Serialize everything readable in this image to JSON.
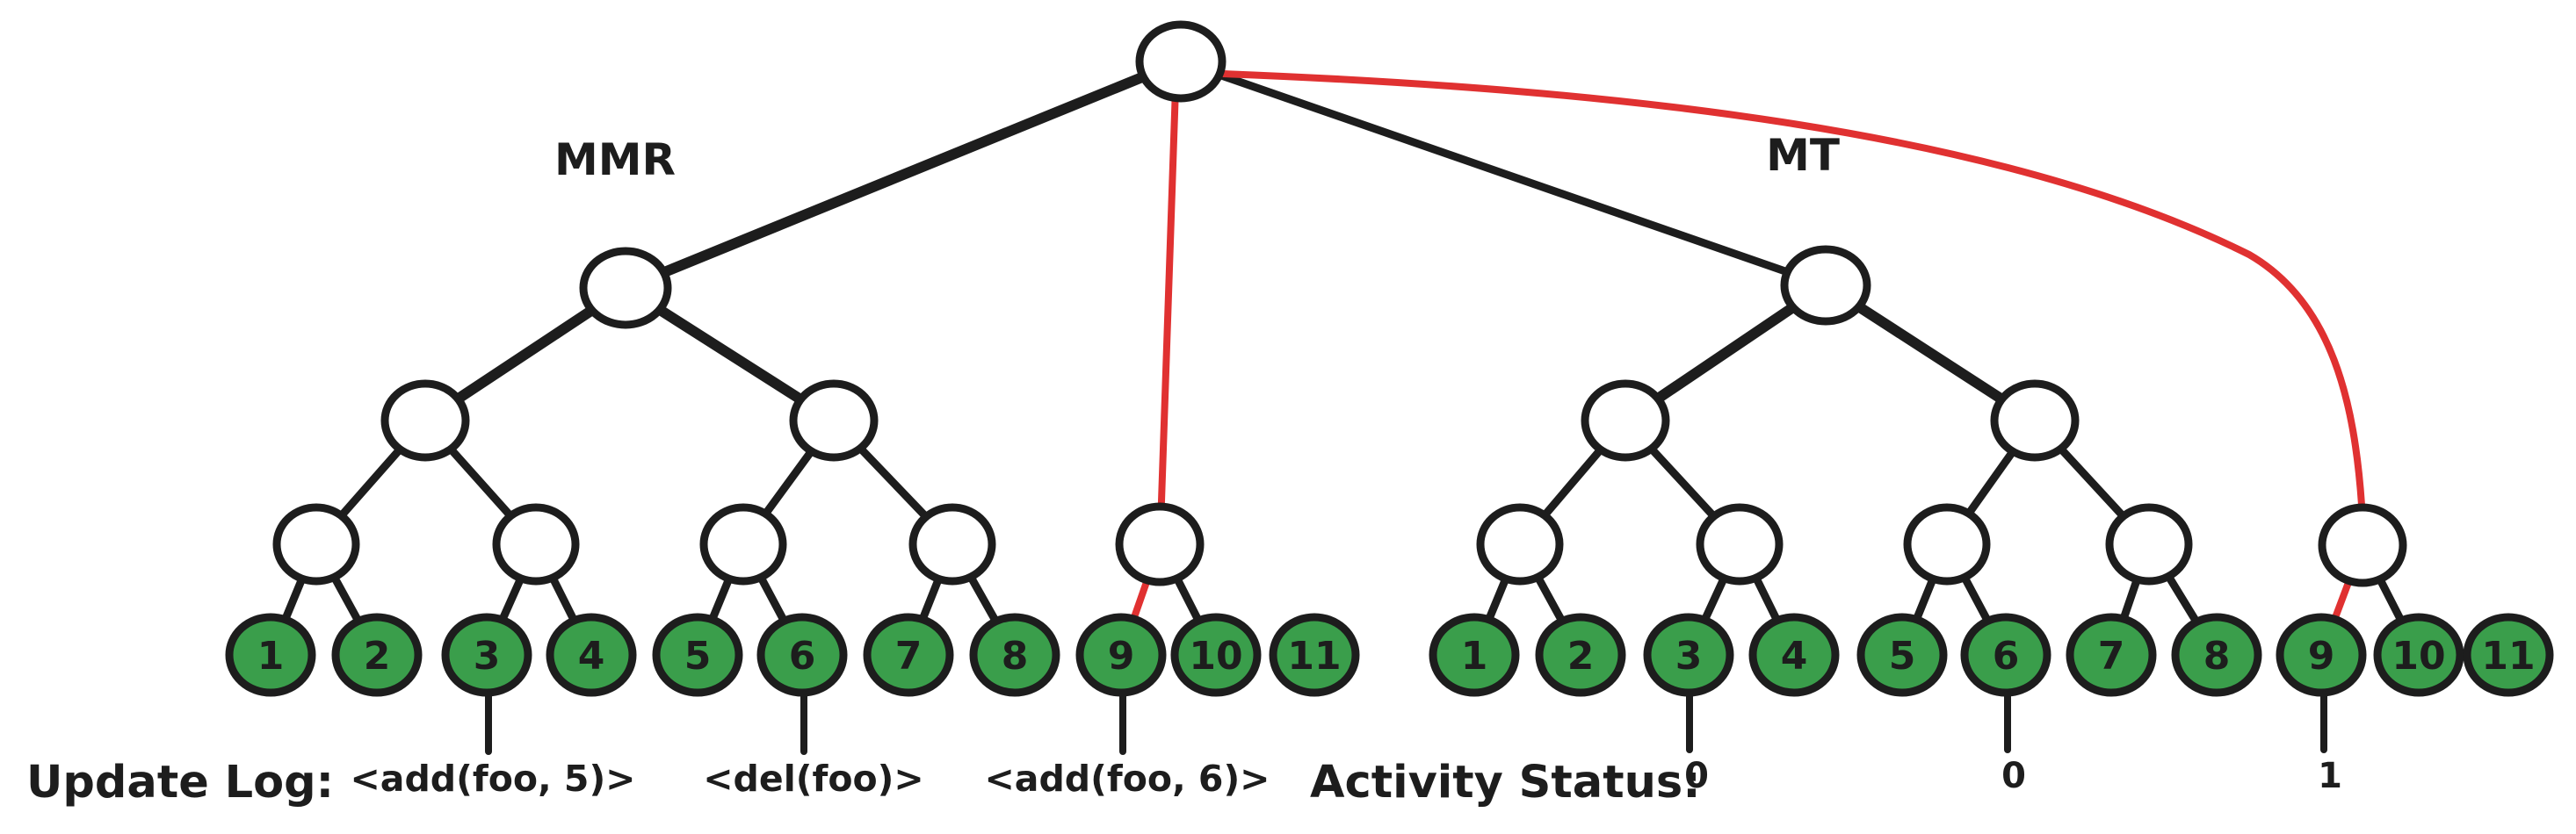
{
  "trees": {
    "mmr": {
      "label": "MMR",
      "leaves": [
        "1",
        "2",
        "3",
        "4",
        "5",
        "6",
        "7",
        "8",
        "9",
        "10",
        "11"
      ]
    },
    "mt": {
      "label": "MT",
      "leaves": [
        "1",
        "2",
        "3",
        "4",
        "5",
        "6",
        "7",
        "8",
        "9",
        "10",
        "11"
      ]
    }
  },
  "update_log": {
    "label": "Update Log:",
    "entries": [
      "<add(foo, 5)>",
      "<del(foo)>",
      "<add(foo, 6)>"
    ]
  },
  "activity_status": {
    "label": "Activity Status:",
    "values": [
      "0",
      "0",
      "1"
    ]
  },
  "colors": {
    "leaf_fill": "#3a9e4b",
    "stroke": "#1d1d1d",
    "highlight": "#e03131",
    "background": "#ffffff"
  }
}
